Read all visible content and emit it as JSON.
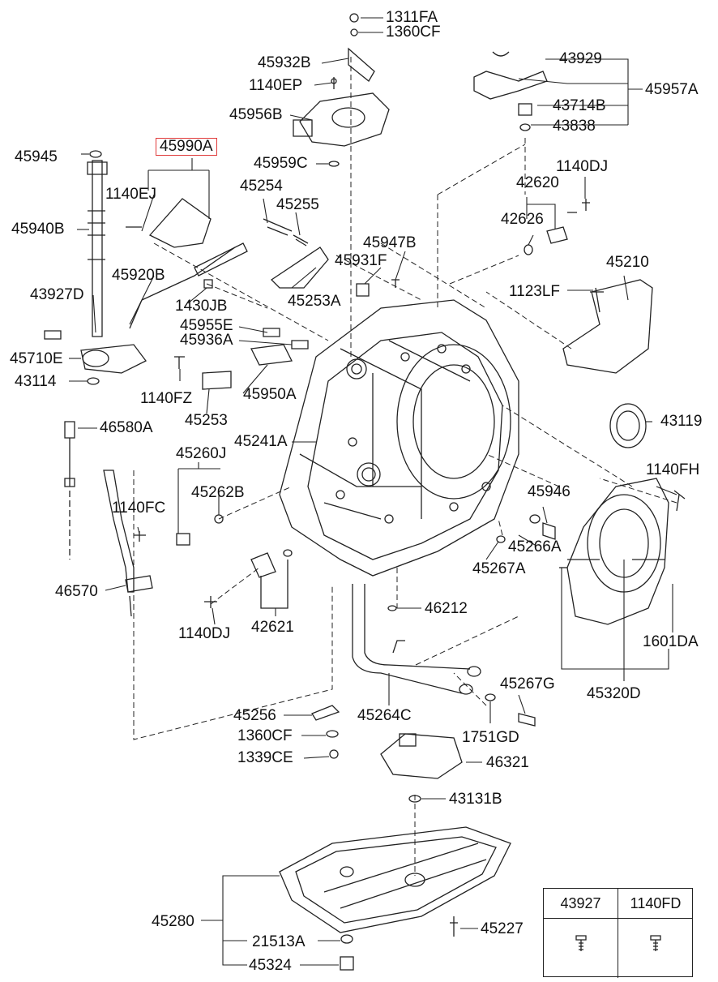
{
  "highlight_color": "#e03a3a",
  "labels": {
    "p1311fa": "1311FA",
    "p1360cf_top": "1360CF",
    "p45932b": "45932B",
    "p1140ep": "1140EP",
    "p45956b": "45956B",
    "p45959c": "45959C",
    "p45990a": "45990A",
    "p45945": "45945",
    "p1140ej": "1140EJ",
    "p45940b": "45940B",
    "p45254": "45254",
    "p45255": "45255",
    "p45947b": "45947B",
    "p45931f": "45931F",
    "p45920b": "45920B",
    "p43927d": "43927D",
    "p45253a": "45253A",
    "p1430jb": "1430JB",
    "p45955e": "45955E",
    "p45936a": "45936A",
    "p45710e": "45710E",
    "p43114": "43114",
    "p1140fz": "1140FZ",
    "p45950a": "45950A",
    "p45253": "45253",
    "p43929": "43929",
    "p45957a": "45957A",
    "p43714b": "43714B",
    "p43838": "43838",
    "p1140dj_top": "1140DJ",
    "p42620": "42620",
    "p42626": "42626",
    "p45210": "45210",
    "p1123lf": "1123LF",
    "p43119": "43119",
    "p46580a": "46580A",
    "p45241a": "45241A",
    "p45260j": "45260J",
    "p45262b": "45262B",
    "p1140fc": "1140FC",
    "p46570": "46570",
    "p1140dj_bottom": "1140DJ",
    "p42621": "42621",
    "p46212": "46212",
    "p1140fh": "1140FH",
    "p45946": "45946",
    "p45266a": "45266A",
    "p45267a": "45267A",
    "p1601da": "1601DA",
    "p45267g": "45267G",
    "p45320d": "45320D",
    "p45256": "45256",
    "p45264c": "45264C",
    "p1751gd": "1751GD",
    "p1360cf_bottom": "1360CF",
    "p1339ce": "1339CE",
    "p46321": "46321",
    "p43131b": "43131B",
    "p45280": "45280",
    "p21513a": "21513A",
    "p45324": "45324",
    "p45227": "45227"
  },
  "table": {
    "col1": "43927",
    "col2": "1140FD"
  }
}
